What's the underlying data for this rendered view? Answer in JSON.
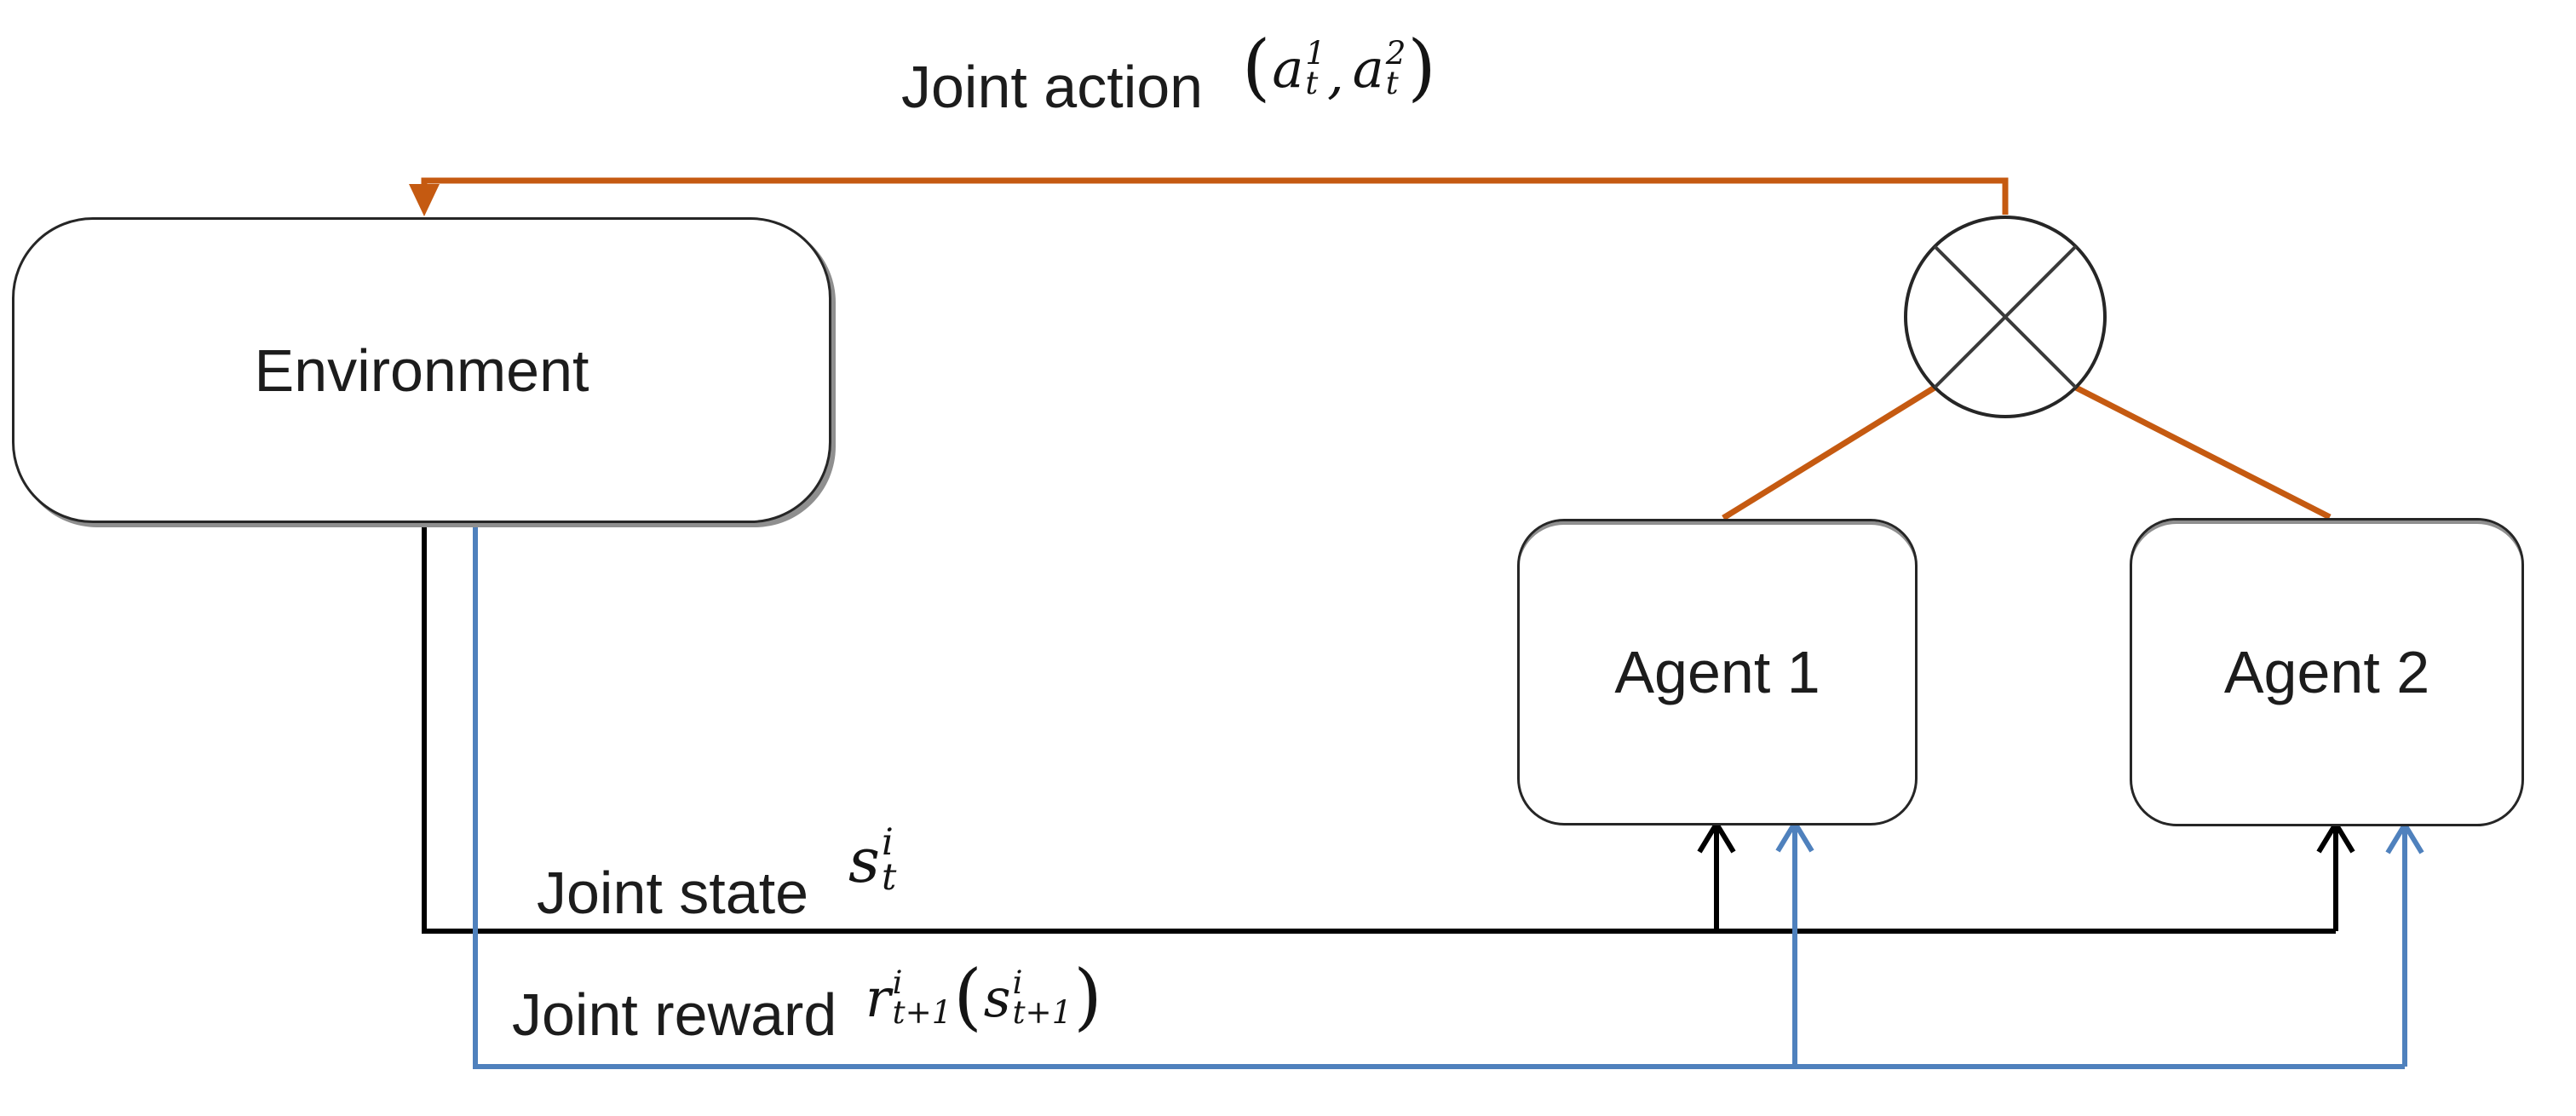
{
  "nodes": {
    "environment": {
      "label": "Environment"
    },
    "agent1": {
      "label": "Agent 1"
    },
    "agent2": {
      "label": "Agent 2"
    },
    "combiner": {
      "symbol": "crossed-circle"
    }
  },
  "edges": {
    "joint_action": {
      "label": "Joint action",
      "expr": {
        "open_paren": "(",
        "term1": {
          "base": "a",
          "sup": "1",
          "sub": "t"
        },
        "separator": ",",
        "term2": {
          "base": "a",
          "sup": "2",
          "sub": "t"
        },
        "close_paren": ")"
      }
    },
    "joint_state": {
      "label": "Joint state",
      "expr": {
        "term": {
          "base": "s",
          "sup": "i",
          "sub": "t"
        }
      }
    },
    "joint_reward": {
      "label": "Joint reward",
      "expr": {
        "r_term": {
          "base": "r",
          "sup": "i",
          "sub": "t+1"
        },
        "open_paren": "(",
        "s_term": {
          "base": "s",
          "sup": "i",
          "sub": "t+1"
        },
        "close_paren": ")"
      }
    }
  },
  "colors": {
    "orange": "#C55A11",
    "blue": "#4F81BD",
    "line_black": "#000000",
    "box_border": "#262626",
    "cross_line": "#3a3a3a",
    "text": "#1C1C1C",
    "shadow_gray": "#8F8F8F",
    "background": "#FFFFFF"
  }
}
